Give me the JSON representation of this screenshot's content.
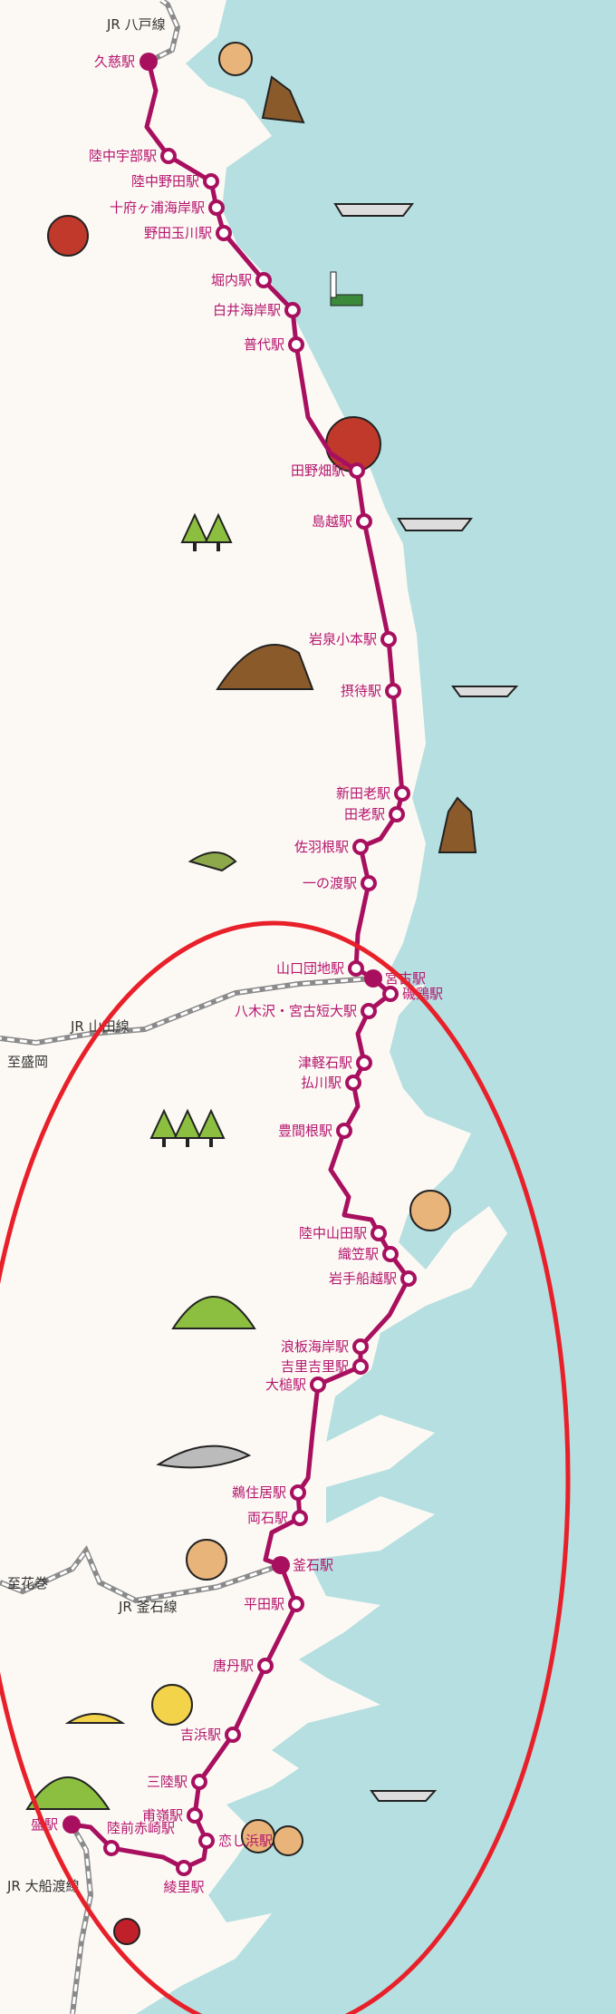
{
  "colors": {
    "line": "#a8105f",
    "label": "#b5156e",
    "sea": "#b5dfe0",
    "land": "#fcf9f4",
    "jr": "#8a8a8a",
    "highlight": "#e8202a"
  },
  "jr_lines": {
    "hachinohe": "JR 八戸線",
    "yamada": "JR 山田線",
    "kamaishi": "JR 釜石線",
    "ofunato": "JR 大船渡線"
  },
  "directions": {
    "morioka": "至盛岡",
    "hanamaki": "至花巻"
  },
  "stations": [
    {
      "name": "久慈駅",
      "major": true
    },
    {
      "name": "陸中宇部駅",
      "major": false
    },
    {
      "name": "陸中野田駅",
      "major": false
    },
    {
      "name": "十府ヶ浦海岸駅",
      "major": false
    },
    {
      "name": "野田玉川駅",
      "major": false
    },
    {
      "name": "堀内駅",
      "major": false
    },
    {
      "name": "白井海岸駅",
      "major": false
    },
    {
      "name": "普代駅",
      "major": false
    },
    {
      "name": "田野畑駅",
      "major": false
    },
    {
      "name": "島越駅",
      "major": false
    },
    {
      "name": "岩泉小本駅",
      "major": false
    },
    {
      "name": "摂待駅",
      "major": false
    },
    {
      "name": "新田老駅",
      "major": false
    },
    {
      "name": "田老駅",
      "major": false
    },
    {
      "name": "佐羽根駅",
      "major": false
    },
    {
      "name": "一の渡駅",
      "major": false
    },
    {
      "name": "山口団地駅",
      "major": false
    },
    {
      "name": "宮古駅",
      "major": true
    },
    {
      "name": "磯鶏駅",
      "major": false
    },
    {
      "name": "八木沢・宮古短大駅",
      "major": false
    },
    {
      "name": "津軽石駅",
      "major": false
    },
    {
      "name": "払川駅",
      "major": false
    },
    {
      "name": "豊間根駅",
      "major": false
    },
    {
      "name": "陸中山田駅",
      "major": false
    },
    {
      "name": "織笠駅",
      "major": false
    },
    {
      "name": "岩手船越駅",
      "major": false
    },
    {
      "name": "浪板海岸駅",
      "major": false
    },
    {
      "name": "吉里吉里駅",
      "major": false
    },
    {
      "name": "大槌駅",
      "major": false
    },
    {
      "name": "鵜住居駅",
      "major": false
    },
    {
      "name": "両石駅",
      "major": false
    },
    {
      "name": "釜石駅",
      "major": true
    },
    {
      "name": "平田駅",
      "major": false
    },
    {
      "name": "唐丹駅",
      "major": false
    },
    {
      "name": "吉浜駅",
      "major": false
    },
    {
      "name": "三陸駅",
      "major": false
    },
    {
      "name": "甫嶺駅",
      "major": false
    },
    {
      "name": "恋し浜駅",
      "major": false
    },
    {
      "name": "綾里駅",
      "major": false
    },
    {
      "name": "陸前赤崎駅",
      "major": false
    },
    {
      "name": "盛駅",
      "major": true
    }
  ]
}
